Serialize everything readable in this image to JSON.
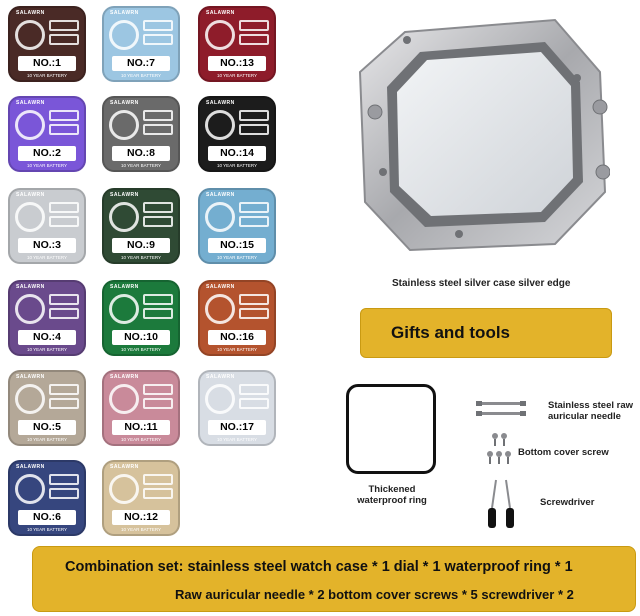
{
  "dial_brand": "SALAWRN",
  "dial_battery_text": "10 YEAR BATTERY",
  "dials": [
    {
      "label": "NO.:1",
      "color": "#4a2a26"
    },
    {
      "label": "NO.:7",
      "color": "#9cc6e2"
    },
    {
      "label": "NO.:13",
      "color": "#8e1c2a"
    },
    {
      "label": "NO.:2",
      "color": "#7a56d8"
    },
    {
      "label": "NO.:8",
      "color": "#6a6a6a"
    },
    {
      "label": "NO.:14",
      "color": "#1c1c1c"
    },
    {
      "label": "NO.:3",
      "color": "#c9ccd0"
    },
    {
      "label": "NO.:9",
      "color": "#2f4a34"
    },
    {
      "label": "NO.:15",
      "color": "#74aed0"
    },
    {
      "label": "NO.:4",
      "color": "#6a4a8c"
    },
    {
      "label": "NO.:10",
      "color": "#1c7a3c"
    },
    {
      "label": "NO.:16",
      "color": "#b4532e"
    },
    {
      "label": "NO.:5",
      "color": "#b4a898"
    },
    {
      "label": "NO.:11",
      "color": "#c98a9a"
    },
    {
      "label": "NO.:17",
      "color": "#d8dde4"
    },
    {
      "label": "NO.:6",
      "color": "#36467e"
    },
    {
      "label": "NO.:12",
      "color": "#d6c29c"
    }
  ],
  "case_caption": "Stainless steel silver case silver edge",
  "gifts_title": "Gifts and tools",
  "ring_caption_line1": "Thickened",
  "ring_caption_line2": "waterproof ring",
  "needle_caption_line1": "Stainless steel raw",
  "needle_caption_line2": "auricular needle",
  "screw_caption": "Bottom cover screw",
  "screwdriver_caption": "Screwdriver",
  "banner_line1": "Combination set: stainless steel watch case * 1 dial * 1 waterproof ring * 1",
  "banner_line2": "Raw auricular needle * 2 bottom cover screws * 5 screwdriver * 2"
}
